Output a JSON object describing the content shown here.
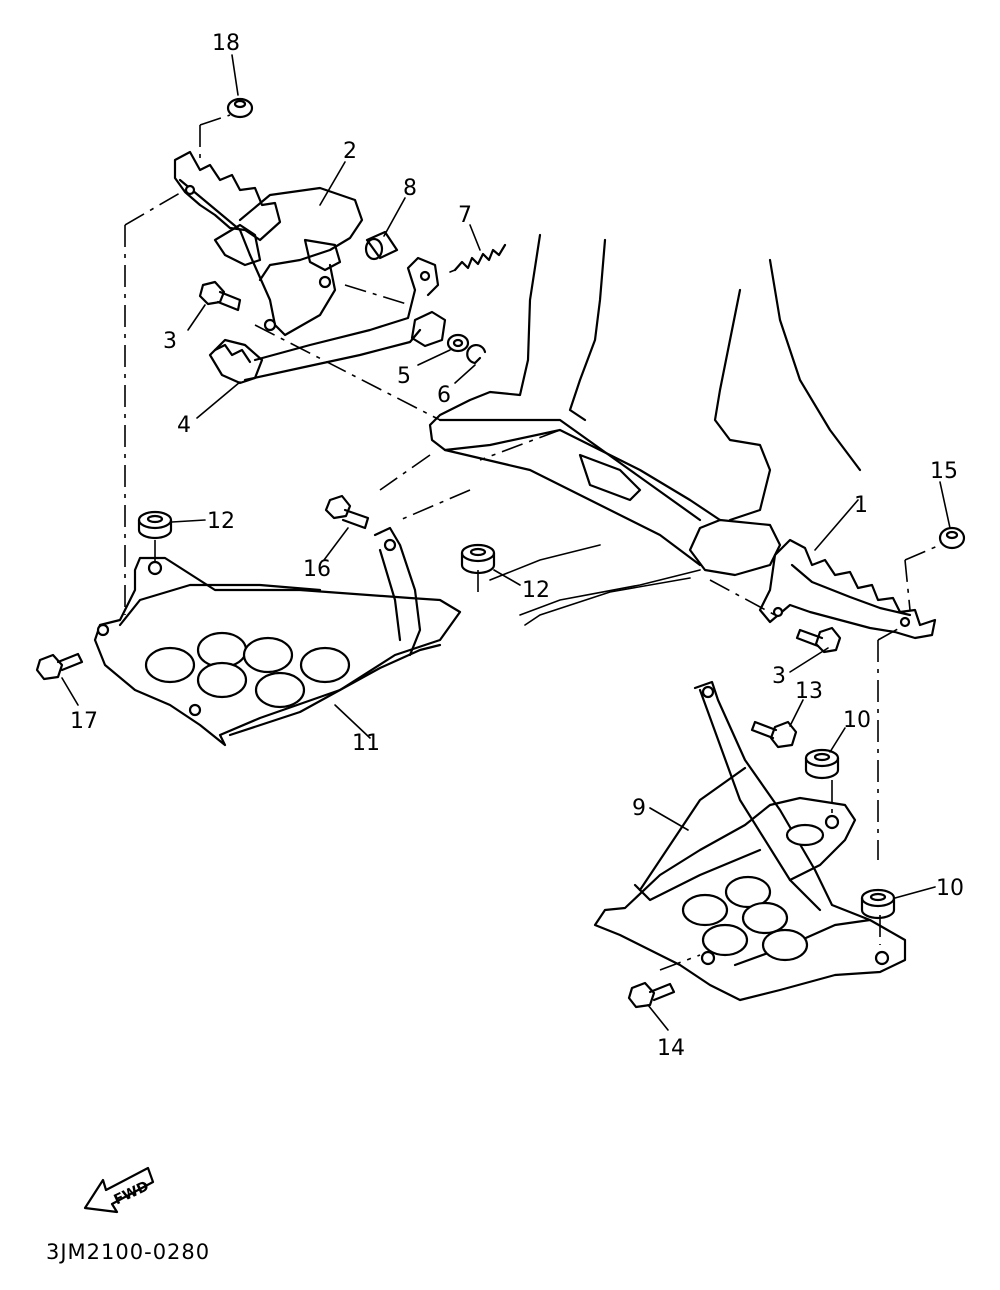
{
  "diagram": {
    "part_numbers": {
      "p1": "1",
      "p2": "2",
      "p3a": "3",
      "p3b": "3",
      "p4": "4",
      "p5": "5",
      "p6": "6",
      "p7": "7",
      "p8": "8",
      "p9": "9",
      "p10a": "10",
      "p10b": "10",
      "p11": "11",
      "p12a": "12",
      "p12b": "12",
      "p13": "13",
      "p14": "14",
      "p15": "15",
      "p16": "16",
      "p17": "17",
      "p18": "18"
    },
    "fwd_label": "FWD",
    "drawing_code": "3JM2100-0280"
  }
}
